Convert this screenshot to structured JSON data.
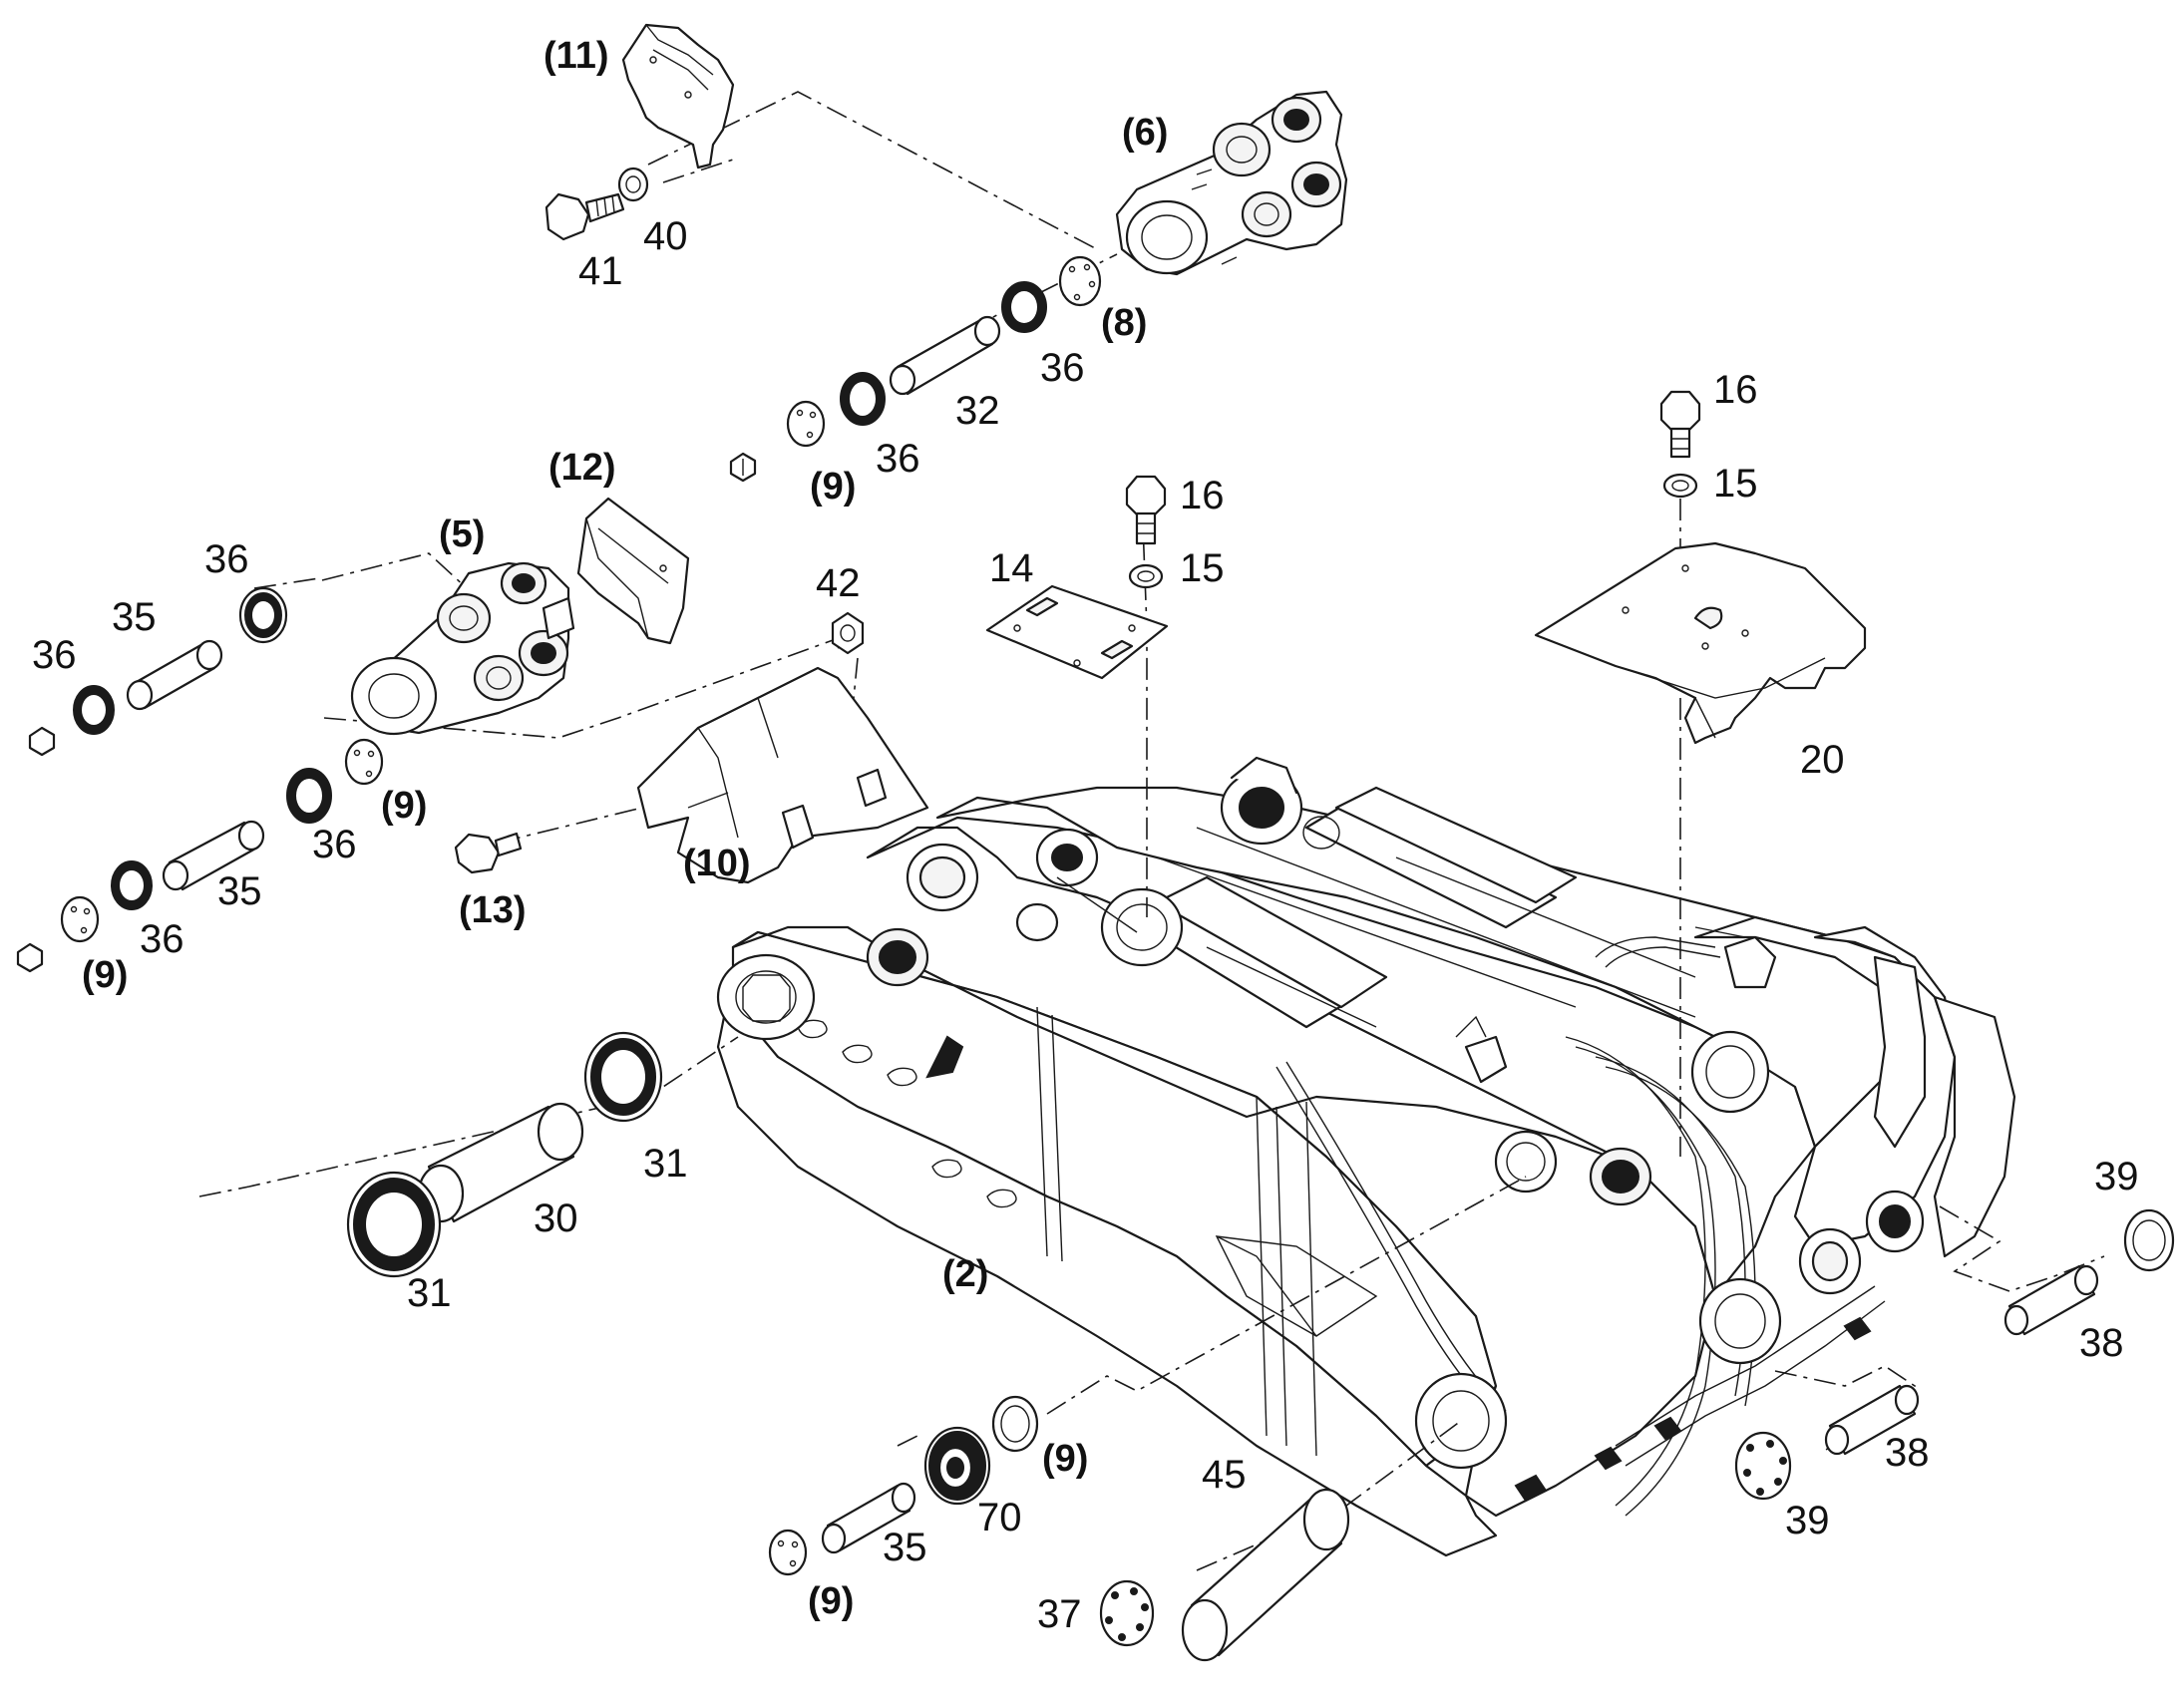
{
  "labels": {
    "l11": "(11)",
    "l6": "(6)",
    "l40": "40",
    "l41": "41",
    "l8": "(8)",
    "l36a": "36",
    "l32": "32",
    "l36b": "36",
    "l9a": "(9)",
    "l12": "(12)",
    "l5": "(5)",
    "l36c": "36",
    "l35a": "35",
    "l36d": "36",
    "l9b": "(9)",
    "l36e": "36",
    "l35b": "35",
    "l36f": "36",
    "l9c": "(9)",
    "l42": "42",
    "l10": "(10)",
    "l13": "(13)",
    "l16a": "16",
    "l15a": "15",
    "l14": "14",
    "l16b": "16",
    "l15b": "15",
    "l20": "20",
    "l31a": "31",
    "l30": "30",
    "l31b": "31",
    "l2": "(2)",
    "l39a": "39",
    "l38a": "38",
    "l9d": "(9)",
    "l70": "70",
    "l35c": "35",
    "l9e": "(9)",
    "l45": "45",
    "l37": "37",
    "l38b": "38",
    "l39b": "39"
  }
}
